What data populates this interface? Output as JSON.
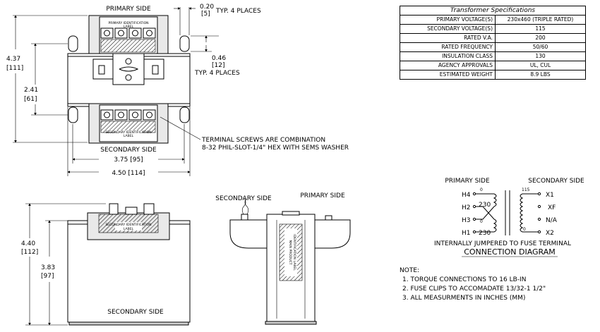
{
  "front_view": {
    "primary_side": "PRIMARY SIDE",
    "secondary_side": "SECONDARY SIDE",
    "primary_label": [
      "PRIMARY IDENTIFICATION",
      "LABEL"
    ],
    "secondary_label": [
      "SECONDARY IDENTIFICATION",
      "LABEL"
    ],
    "dim_slot_width": "0.20",
    "dim_slot_width_mm": "[5]",
    "dim_slot_note": "TYP. 4 PLACES",
    "dim_slot_height": "0.46",
    "dim_slot_height_mm": "[12]",
    "dim_slot_height_note": "TYP. 4 PLACES",
    "dim_height": "4.37",
    "dim_height_mm": "[111]",
    "dim_mount_v": "2.41",
    "dim_mount_v_mm": "[61]",
    "dim_mount_h": "3.75 [95]",
    "dim_width": "4.50 [114]",
    "terminal_note_1": "TERMINAL SCREWS ARE COMBINATION",
    "terminal_note_2": "8-32 PHIL-SLOT-1/4\" HEX WITH SEMS WASHER"
  },
  "side_view": {
    "dim_height": "4.40",
    "dim_height_mm": "[112]",
    "dim_body": "3.83",
    "dim_body_mm": "[97]",
    "secondary_side": "SECONDARY SIDE",
    "secondary_label": [
      "SECONDARY IDENTIFICATION",
      "LABEL"
    ]
  },
  "end_view": {
    "secondary_side": "SECONDARY SIDE",
    "primary_side": "PRIMARY SIDE",
    "product_label": [
      "MAIN PRODUCT",
      "IDENTIFICATION LABEL"
    ]
  },
  "specs": {
    "title": "Transformer Specifications",
    "rows": [
      {
        "label": "PRIMARY VOLTAGE(S)",
        "value": "230x460 (TRIPLE RATED)"
      },
      {
        "label": "SECONDARY VOLTAGE(S)",
        "value": "115"
      },
      {
        "label": "RATED V.A.",
        "value": "200"
      },
      {
        "label": "RATED FREQUENCY",
        "value": "50/60"
      },
      {
        "label": "INSULATION CLASS",
        "value": "130"
      },
      {
        "label": "AGENCY APPROVALS",
        "value": "UL, CUL"
      },
      {
        "label": "ESTIMATED WEIGHT",
        "value": "8.9 LBS"
      }
    ]
  },
  "connection": {
    "primary_side": "PRIMARY SIDE",
    "secondary_side": "SECONDARY SIDE",
    "h4": "H4",
    "h2": "H2",
    "h3": "H3",
    "h1": "H1",
    "x1": "X1",
    "xf": "XF",
    "na": "N/A",
    "x2": "X2",
    "v_h4": "0",
    "v_h2": "230",
    "v_h3": "0",
    "v_h1": "230",
    "v_x1": "115",
    "v_x2": "0",
    "jumper_note": "INTERNALLY JUMPERED TO FUSE TERMINAL",
    "title": "CONNECTION DIAGRAM"
  },
  "notes": {
    "heading": "NOTE:",
    "items": [
      "1. TORQUE CONNECTIONS TO 16 LB-IN",
      "2. FUSE CLIPS TO ACCOMADATE 13/32-1 1/2\"",
      "3. ALL MEASURMENTS IN INCHES (MM)"
    ]
  }
}
